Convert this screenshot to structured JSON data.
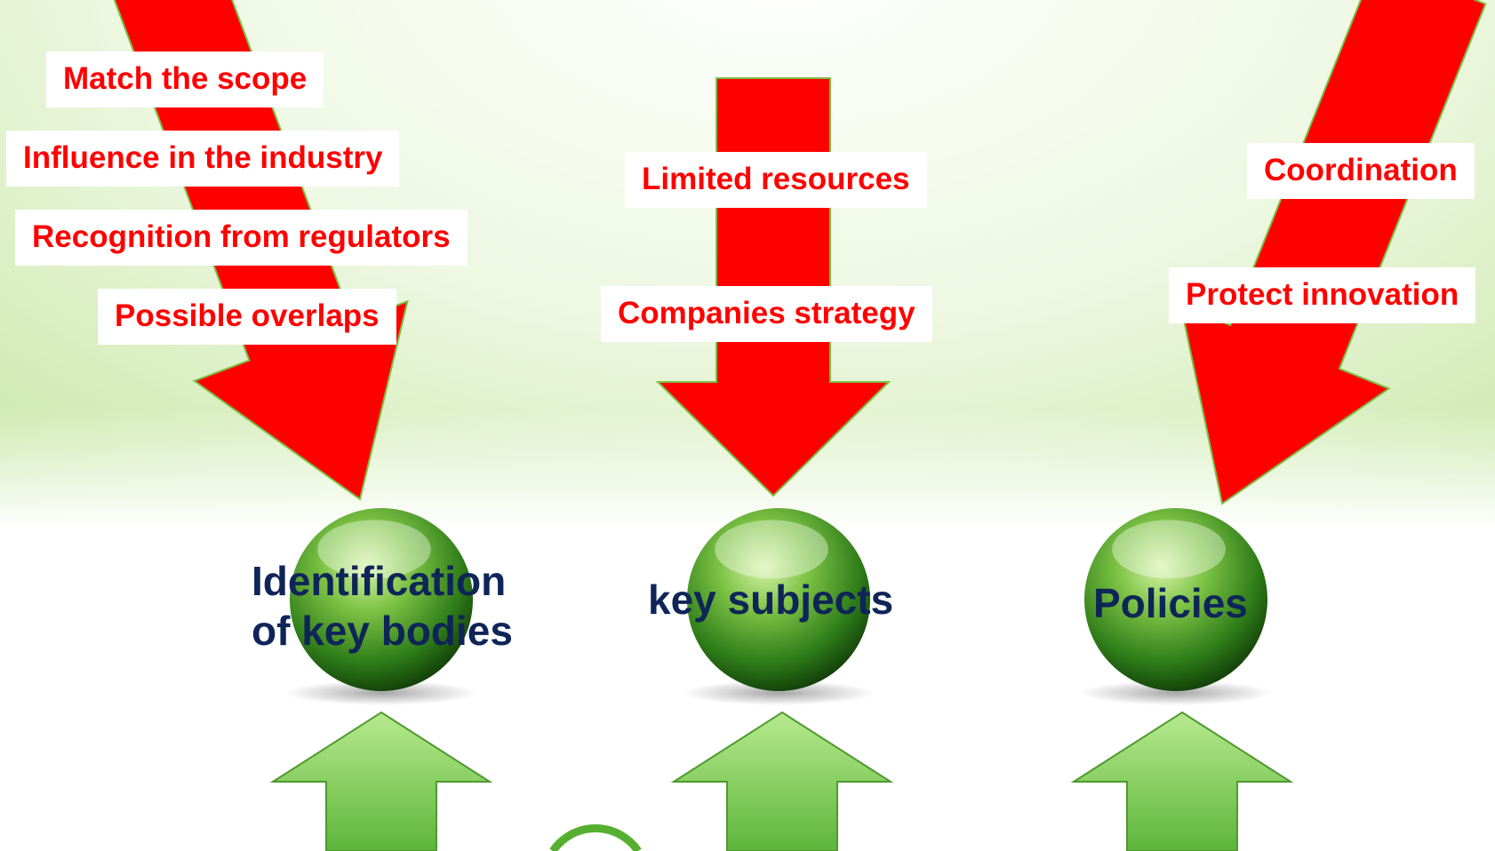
{
  "colors": {
    "force_arrow": "#ff0000",
    "support_arrow": "#62b83e",
    "sphere": "#2f7d1a",
    "sphere_text": "#0f2558",
    "label_text": "#ff0000"
  },
  "columns": [
    {
      "sphere_title": "Identification of key bodies",
      "sphere_title_lines": [
        "Identification",
        "of key bodies"
      ],
      "pressures": [
        "Match the scope",
        "Influence in the industry",
        "Recognition from regulators",
        "Possible overlaps"
      ]
    },
    {
      "sphere_title": "key subjects",
      "sphere_title_lines": [
        "key subjects"
      ],
      "pressures": [
        "Limited resources",
        "Companies strategy"
      ]
    },
    {
      "sphere_title": "Policies",
      "sphere_title_lines": [
        "Policies"
      ],
      "pressures": [
        "Coordination",
        "Protect innovation"
      ]
    }
  ]
}
